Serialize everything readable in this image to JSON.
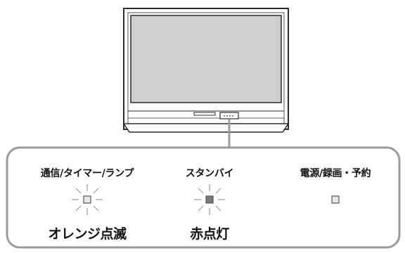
{
  "diagram": {
    "indicators": [
      {
        "label": "通信/タイマー/ランプ",
        "lamp_fill": "#e8e8e8",
        "rays": true,
        "status": "オレンジ点滅"
      },
      {
        "label": "スタンバイ",
        "lamp_fill": "#7a7a7a",
        "rays": true,
        "status": "赤点灯"
      },
      {
        "label": "電源/録画・予約",
        "lamp_fill": "#e8e8e8",
        "rays": false,
        "status": ""
      }
    ]
  },
  "colors": {
    "outline": "#2a2a2a",
    "callout_border": "#9a9a9a",
    "lamp_border": "#555555",
    "ray": "#9a9a9a"
  }
}
